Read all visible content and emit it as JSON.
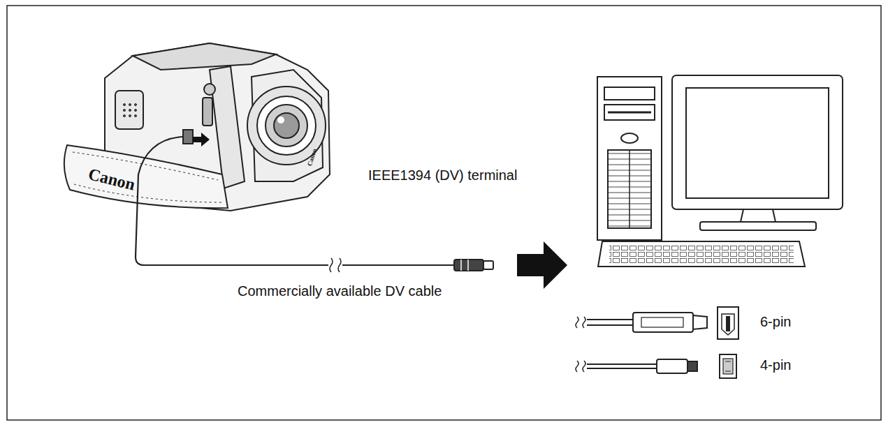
{
  "diagram": {
    "labels": [
      "IEEE1394 (DV) terminal",
      "Commercially available DV cable",
      "6-pin",
      "4-pin",
      "Canon",
      "Canon"
    ]
  }
}
